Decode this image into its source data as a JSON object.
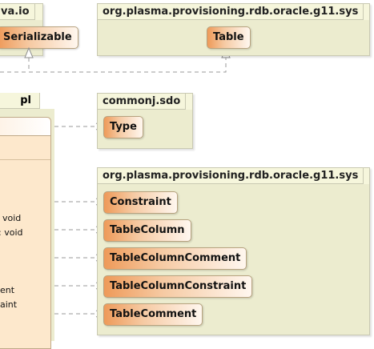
{
  "packages": {
    "java_io": {
      "title": "va.io",
      "class": "Serializable"
    },
    "rdb_top": {
      "title": "org.plasma.provisioning.rdb.oracle.g11.sys",
      "class": "Table"
    },
    "impl": {
      "title": "pl"
    },
    "commonj": {
      "title": "commonj.sdo",
      "class": "Type"
    },
    "rdb_main": {
      "title": "org.plasma.provisioning.rdb.oracle.g11.sys",
      "classes": [
        "Constraint",
        "TableColumn",
        "TableColumnComment",
        "TableColumnConstraint",
        "TableComment"
      ]
    }
  },
  "impl_members": [
    "void",
    ": void",
    "ent",
    "aint"
  ]
}
